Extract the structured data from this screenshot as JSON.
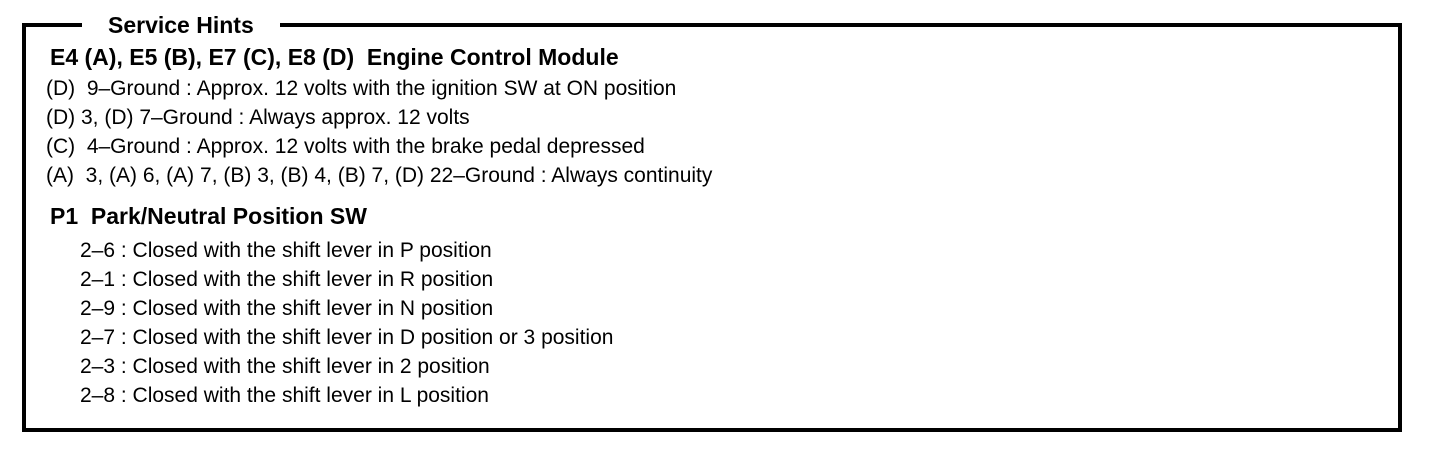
{
  "colors": {
    "border": "#000000",
    "background": "#ffffff",
    "text": "#000000"
  },
  "page": {
    "legend": "Service Hints",
    "sections": [
      {
        "heading": "E4 (A), E5 (B), E7 (C), E8 (D)  Engine Control Module",
        "lines": [
          "(D)  9–Ground : Approx. 12 volts with the ignition SW at ON position",
          "(D) 3, (D) 7–Ground : Always approx. 12 volts",
          "(C)  4–Ground : Approx. 12 volts with the brake pedal depressed",
          "(A)  3, (A) 6, (A) 7, (B) 3, (B) 4, (B) 7, (D) 22–Ground : Always continuity"
        ]
      },
      {
        "heading": "P1  Park/Neutral Position SW",
        "lines": [
          "2–6 : Closed with the shift lever in P position",
          "2–1 : Closed with the shift lever in R position",
          "2–9 : Closed with the shift lever in N position",
          "2–7 : Closed with the shift lever in D position or 3 position",
          "2–3 : Closed with the shift lever in 2 position",
          "2–8 : Closed with the shift lever in L position"
        ]
      }
    ]
  }
}
